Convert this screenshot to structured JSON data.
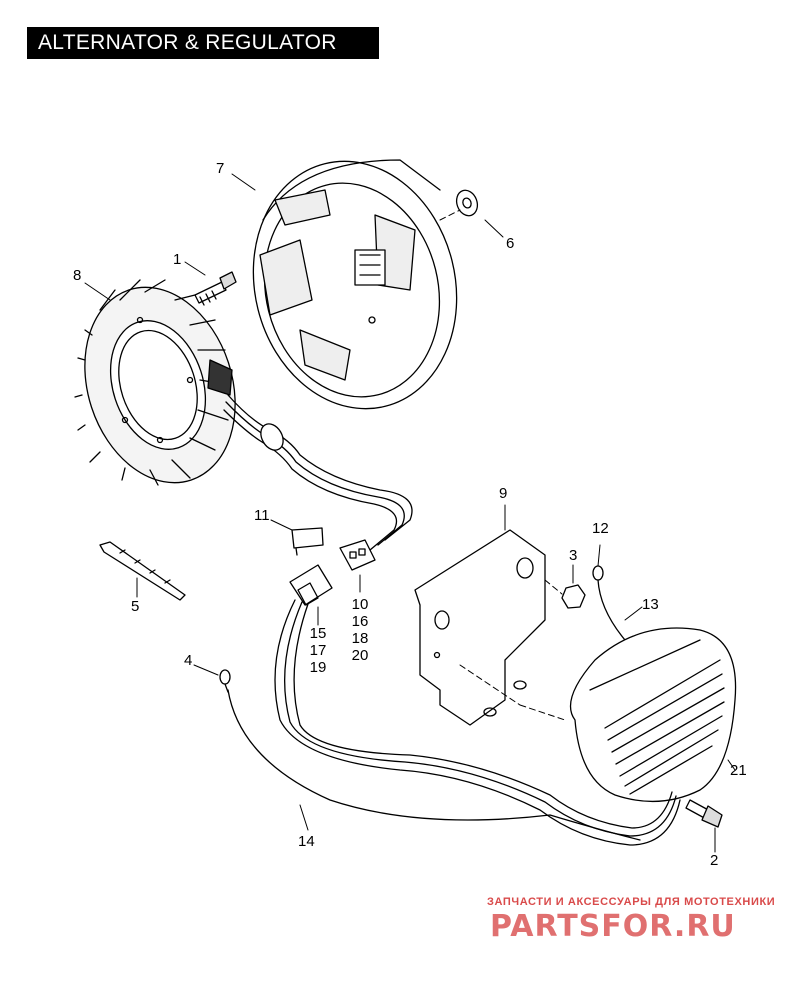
{
  "title": "ALTERNATOR & REGULATOR",
  "callouts": {
    "c1": "1",
    "c2": "2",
    "c3": "3",
    "c4": "4",
    "c5": "5",
    "c6": "6",
    "c7": "7",
    "c8": "8",
    "c9": "9",
    "c10": [
      "10",
      "16",
      "18",
      "20"
    ],
    "c11": "11",
    "c12": "12",
    "c13": "13",
    "c14": "14",
    "c15": [
      "15",
      "17",
      "19"
    ],
    "c21": "21"
  },
  "watermark": {
    "line": "ЗАПЧАСТИ И АКСЕССУАРЫ ДЛЯ МОТОТЕХНИКИ",
    "logo": "PARTSFOR.RU",
    "logo_color": "#e07070"
  },
  "colors": {
    "ink": "#000000",
    "paper": "#ffffff",
    "watermark": "#d94a4a"
  }
}
